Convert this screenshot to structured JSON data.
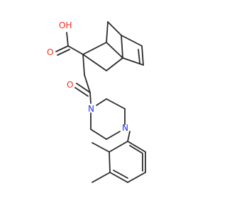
{
  "molecule": {
    "atoms": {
      "hydroxyl_label": "OH",
      "acid_carbonyl_o": "O",
      "amide_carbonyl_o": "O",
      "piperazine_n_top": "N",
      "piperazine_n_bottom": "N"
    },
    "colors": {
      "bond": "#2b2b2b",
      "oxygen": "#ff2a1a",
      "nitrogen": "#2233ee"
    }
  }
}
